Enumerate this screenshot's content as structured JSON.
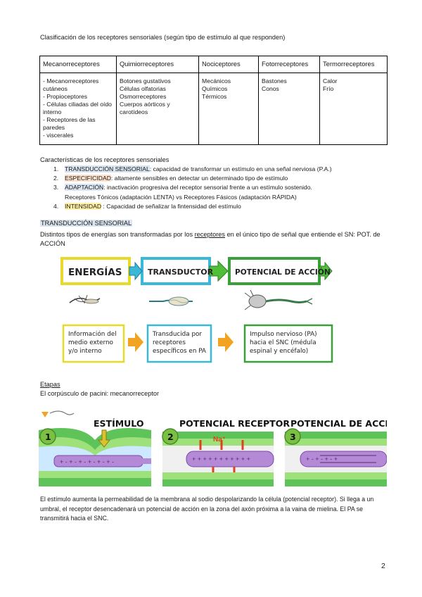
{
  "document": {
    "title": "Clasificación de los receptores sensoriales (según tipo de estímulo al que responden)",
    "table": {
      "headers": [
        "Mecanorreceptores",
        "Quimiorreceptores",
        "Nociceptores",
        "Fotorreceptores",
        "Termorreceptores"
      ],
      "cells": [
        [
          "- Mecanorreceptores cutáneos",
          "- Propioceptores",
          "- Células ciliadas del oído interno",
          "- Receptores de las paredes",
          "- viscerales"
        ],
        [
          "Botones gustativos",
          "Células olfatorias",
          "Osmorreceptores",
          "Cuerpos aórticos y carotídeos"
        ],
        [
          "Mecánicos",
          "Químicos",
          "Térmicos"
        ],
        [
          "Bastones",
          "Conos"
        ],
        [
          "Calor",
          "Frío"
        ]
      ]
    },
    "characteristics": {
      "title": "Características de los receptores sensoriales",
      "items": [
        {
          "num": "1.",
          "term": "TRANSDUCCIÓN SENSORIAL",
          "rest": ": capacidad de transformar un estímulo en una señal nerviosa (P.A.)"
        },
        {
          "num": "2.",
          "term": "ESPECIFICIDAD",
          "rest": ": altamente sensibles en detectar un determinado tipo de estímulo"
        },
        {
          "num": "3.",
          "term": "ADAPTACIÓN",
          "rest": ": inactivación progresiva del receptor sensorial frente a un estímulo sostenido.",
          "extra": "Receptores Tónicos (adaptación LENTA) vs Receptores Fásicos (adaptación RÁPIDA)"
        },
        {
          "num": "4.",
          "term": "INTENSIDAD",
          "rest": " : Capacidad de señalizar la fintensidad del estímulo"
        }
      ]
    },
    "transduction": {
      "title": "TRANSDUCCIÓN SENSORIAL",
      "desc_part1": "Distintos tipos de energías son transformadas por los ",
      "desc_underlined": "receptores",
      "desc_part2": " en el único tipo de señal que entiende el SN: POT. de ACCIÓN"
    },
    "flow": {
      "top": [
        "ENERGÍAS",
        "TRANSDUCTOR",
        "POTENCIAL DE ACCIÓN"
      ],
      "bottom": [
        "Información del medio externo y/o interno",
        "Transducida por receptores específicos en PA",
        "Impulso nervioso (PA) hacia el SNC (médula espinal y encéfalo)"
      ]
    },
    "etapas": {
      "title": "Etapas",
      "subtitle": "El corpúsculo de pacini: mecanorreceptor",
      "stages": [
        {
          "num": "1",
          "label": "ESTÍMULO"
        },
        {
          "num": "2",
          "label": "POTENCIAL RECEPTOR"
        },
        {
          "num": "3",
          "label": "POTENCIAL DE ACCIÓN"
        }
      ],
      "na_label": "Na⁺"
    },
    "bottom_text": "El estímulo aumenta la permeabilidad de la membrana al sodio despolarizando la célula (potencial receptor). Si llega a un umbral, el receptor desencadenará un potencial de acción en la zona del axón próxima a la vaina de mielina. El PA se transmitirá hacia el SNC.",
    "page_number": "2"
  },
  "colors": {
    "highlight_blue": "#dbe5f1",
    "highlight_orange": "#fbe3cf",
    "highlight_yellow": "#fff2a8",
    "box_yellow": "#e8d92a",
    "box_cyan": "#39b8d8",
    "box_green": "#3aa03a",
    "arrow_orange": "#f2a321",
    "tissue_green": "#5ec45a",
    "axon_purple": "#b48ad6",
    "stage_circle": "#7ac143"
  },
  "icons": [
    "hand-icon",
    "stimulus-arrow-icon",
    "receptor-illustration",
    "neuron-illustration"
  ]
}
